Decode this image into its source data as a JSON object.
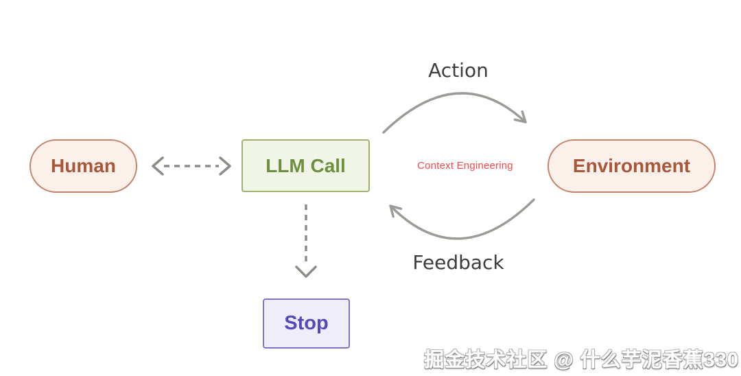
{
  "nodes": {
    "human": {
      "label": "Human",
      "fill": "#FBF0EA",
      "border": "#C9826A",
      "text_color": "#A8573A"
    },
    "llm_call": {
      "label": "LLM Call",
      "fill": "#F0F5E7",
      "border": "#A0B06C",
      "text_color": "#6D8F3E"
    },
    "environment": {
      "label": "Environment",
      "fill": "#FBF0EA",
      "border": "#C9826A",
      "text_color": "#A8573A"
    },
    "stop": {
      "label": "Stop",
      "fill": "#EFEEF8",
      "border": "#7D75C9",
      "text_color": "#5349BE"
    }
  },
  "edges": {
    "action_label": "Action",
    "feedback_label": "Feedback",
    "context_label": "Context Engineering",
    "context_color": "#F2484B",
    "arc_color": "#9B9B96",
    "dashed_color": "#8C8C87",
    "edge_label_color": "#3C3C3A"
  },
  "watermark": {
    "text": "掘金技术社区 @ 什么芋泥香蕉330",
    "color": "#FFFFFF"
  }
}
